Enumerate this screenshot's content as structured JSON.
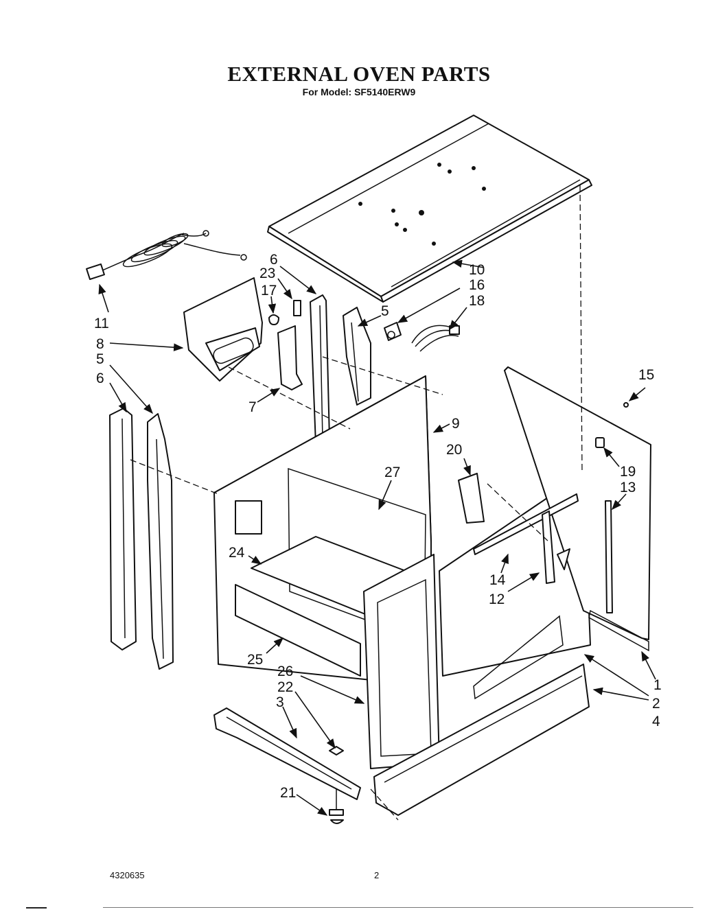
{
  "header": {
    "title": "EXTERNAL OVEN PARTS",
    "subtitle": "For Model: SF5140ERW9"
  },
  "footer": {
    "doc_number": "4320635",
    "page_number": "2"
  },
  "callouts": {
    "c1": "1",
    "c2": "2",
    "c3": "3",
    "c4": "4",
    "c5a": "5",
    "c5b": "5",
    "c6a": "6",
    "c6b": "6",
    "c7": "7",
    "c8": "8",
    "c9": "9",
    "c10": "10",
    "c11": "11",
    "c12": "12",
    "c13": "13",
    "c14": "14",
    "c15": "15",
    "c16": "16",
    "c17": "17",
    "c18": "18",
    "c19": "19",
    "c20": "20",
    "c21": "21",
    "c22": "22",
    "c23": "23",
    "c24": "24",
    "c25": "25",
    "c26": "26",
    "c27": "27"
  }
}
